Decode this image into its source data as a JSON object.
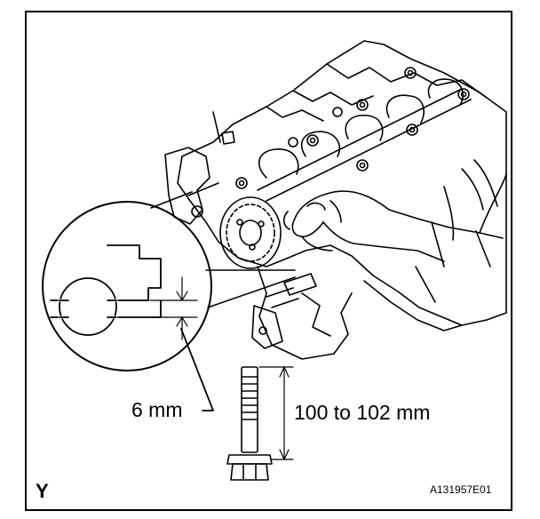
{
  "figure": {
    "dimension_small": "6 mm",
    "dimension_large": "100 to 102 mm",
    "view_letter": "Y",
    "figure_id": "A131957E01"
  },
  "colors": {
    "line": "#000000",
    "background": "#ffffff"
  },
  "icons": {
    "engine": "engine-block-illustration",
    "hand": "hand-icon",
    "bolt": "bolt-icon",
    "detail": "magnified-detail-circle"
  }
}
